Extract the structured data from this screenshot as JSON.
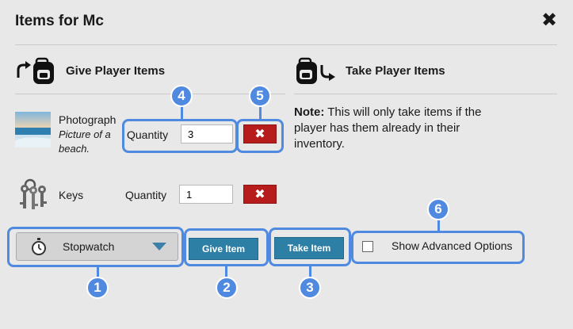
{
  "dialog": {
    "title": "Items for Mc",
    "close_label": "✖"
  },
  "give_section": {
    "title": "Give Player Items",
    "items": [
      {
        "name": "Photograph",
        "description": "Picture of a beach.",
        "quantity_label": "Quantity",
        "quantity": "3",
        "delete_label": "✖"
      },
      {
        "name": "Keys",
        "description": "",
        "quantity_label": "Quantity",
        "quantity": "1",
        "delete_label": "✖"
      }
    ]
  },
  "take_section": {
    "title": "Take Player Items",
    "note_label": "Note:",
    "note_text": "This will only take items if the player has them already in their inventory."
  },
  "controls": {
    "selected_item": "Stopwatch",
    "give_button": "Give Item",
    "take_button": "Take Item",
    "advanced_options_label": "Show Advanced Options",
    "advanced_options_checked": false
  },
  "annotations": [
    "1",
    "2",
    "3",
    "4",
    "5",
    "6"
  ],
  "colors": {
    "background": "#e8e8e8",
    "accent_blue": "#4f8ae0",
    "button_teal": "#2e7fa5",
    "delete_red": "#b71c1c"
  },
  "icons": {
    "give": "arrow-to-backpack-icon",
    "take": "backpack-to-arrow-icon",
    "photo": "beach-photo-thumbnail",
    "keys": "keys-icon",
    "stopwatch": "stopwatch-icon"
  }
}
